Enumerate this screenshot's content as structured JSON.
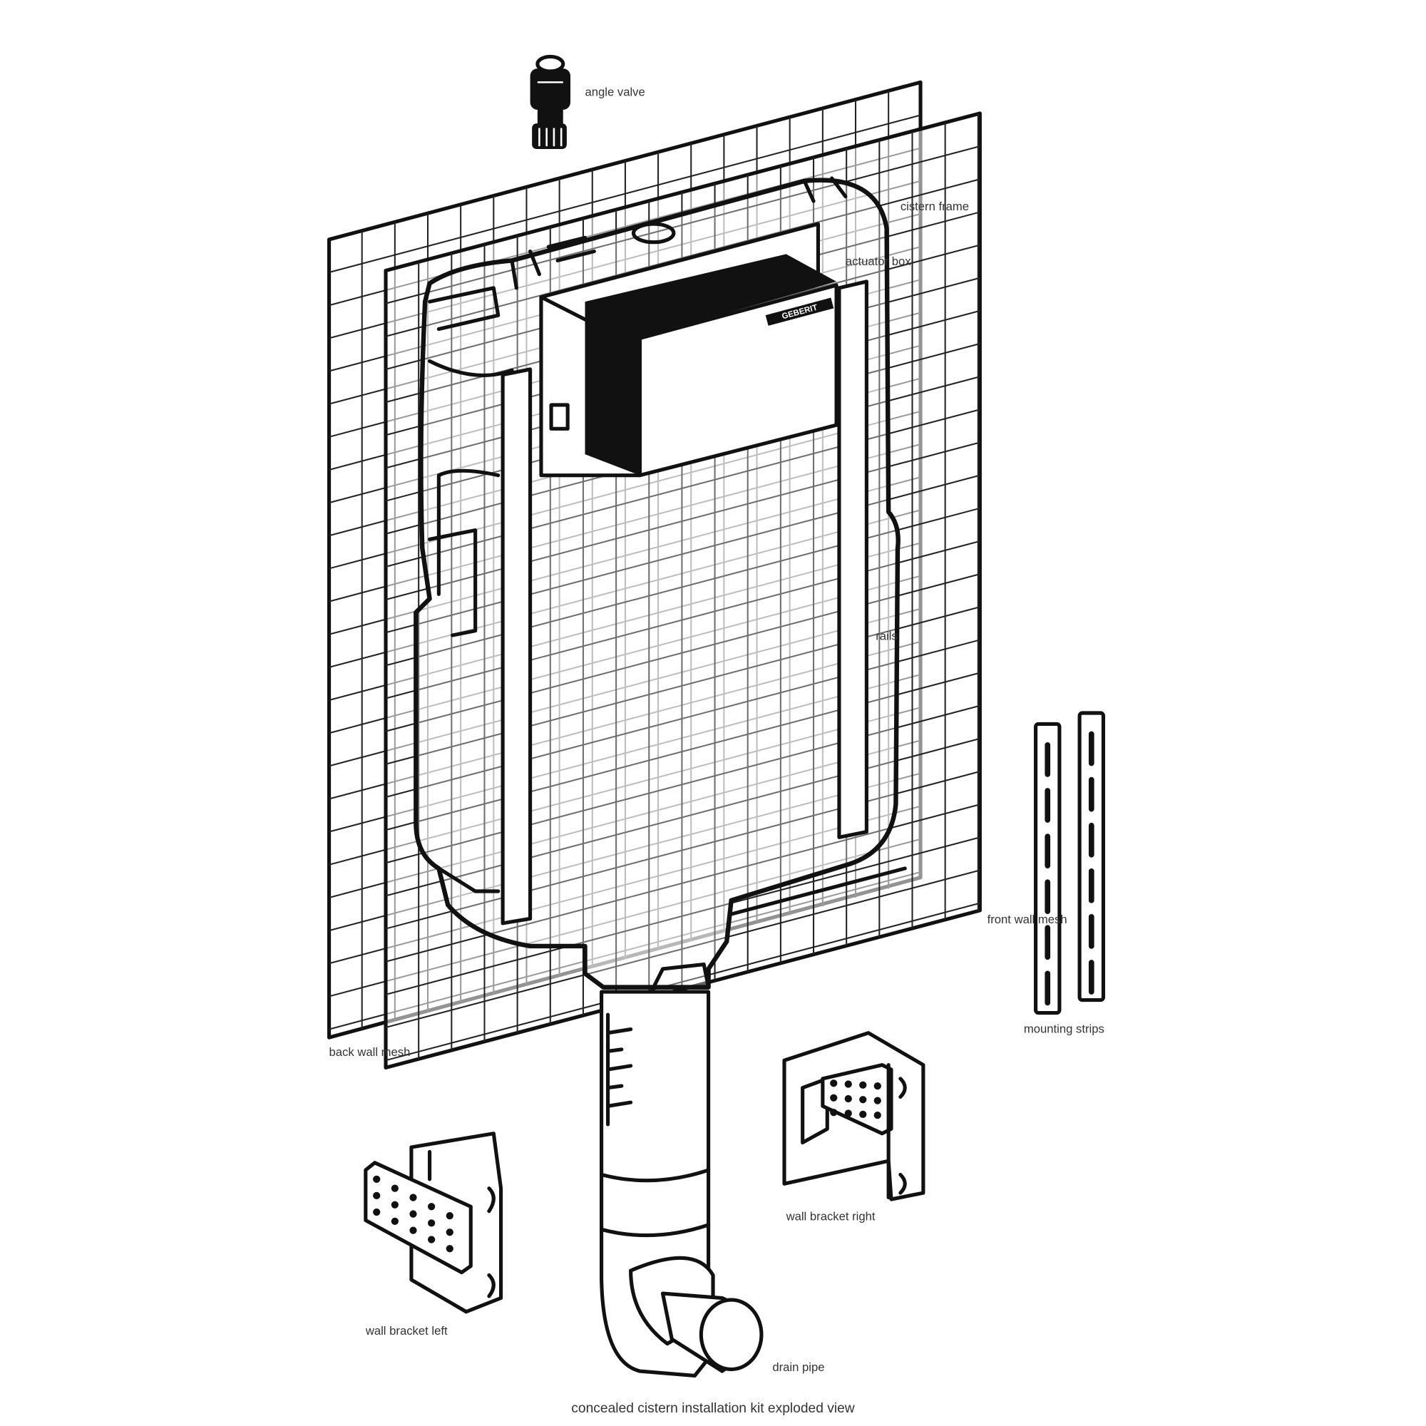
{
  "diagram": {
    "subject": "concealed cistern installation kit exploded view",
    "brand_logo": "GEBERIT",
    "parts": [
      "angle valve",
      "back wall mesh",
      "front wall mesh",
      "cistern frame",
      "actuator box",
      "rails",
      "drain pipe",
      "mounting strips",
      "wall bracket left",
      "wall bracket right"
    ]
  },
  "colors": {
    "line": "#111111",
    "background": "#ffffff"
  }
}
